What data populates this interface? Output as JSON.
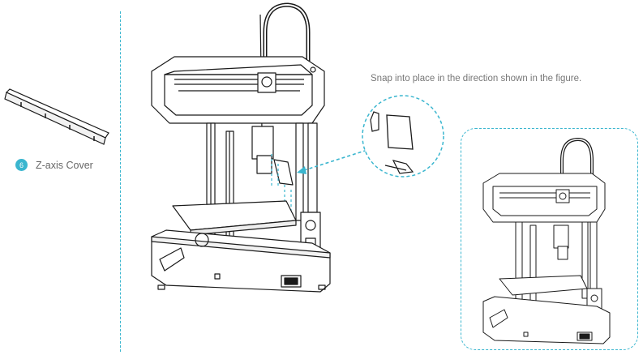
{
  "part": {
    "number": "6",
    "name": "Z-axis Cover"
  },
  "instruction": "Snap into place in the direction shown in the figure.",
  "colors": {
    "accent": "#3ab6cf",
    "line": "#1a1a1a"
  }
}
